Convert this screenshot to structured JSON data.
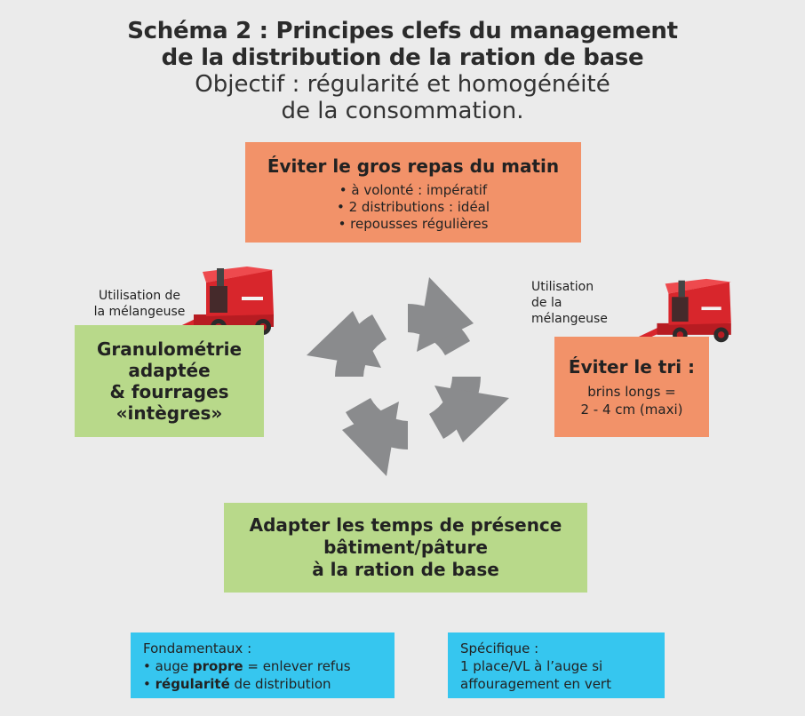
{
  "title": {
    "line1": "Schéma 2 : Principes clefs du management",
    "line2": "de la distribution de la ration de base",
    "line3": "Objectif : régularité et homogénéité",
    "line4": "de la consommation."
  },
  "top_box": {
    "heading": "Éviter le gros repas du matin",
    "items": [
      "• à volonté : impératif",
      "• 2 distributions : idéal",
      "• repousses régulières"
    ]
  },
  "left_caption": {
    "line1": "Utilisation de",
    "line2": "la mélangeuse"
  },
  "left_box": {
    "lines": [
      "Granulométrie",
      "adaptée",
      "& fourrages",
      "«intègres»"
    ]
  },
  "right_caption": {
    "line1": "Utilisation",
    "line2": "de la",
    "line3": "mélangeuse"
  },
  "right_box": {
    "heading": "Éviter le tri :",
    "items": [
      "brins longs =",
      "2 - 4 cm (maxi)"
    ]
  },
  "bottom_box": {
    "lines": [
      "Adapter les temps de présence",
      "bâtiment/pâture",
      "à la ration de base"
    ]
  },
  "fundamentals": {
    "title": "Fondamentaux :",
    "line2_pre": "• auge ",
    "line2_bold": "propre",
    "line2_post": " = enlever refus",
    "line3_pre": "• ",
    "line3_bold": "régularité",
    "line3_post": " de distribution"
  },
  "specific": {
    "title": "Spécifique :",
    "line2": "1 place/VL à l’auge si",
    "line3": "affouragement en vert"
  },
  "colors": {
    "orange": "#f29269",
    "green": "#b8d98a",
    "blue": "#36c6ef",
    "arrows": "#8a8b8d",
    "truck": "#d8262c"
  },
  "icons": {
    "cycle": "cycle-arrows-icon",
    "truck": "feed-mixer-wagon-icon"
  }
}
